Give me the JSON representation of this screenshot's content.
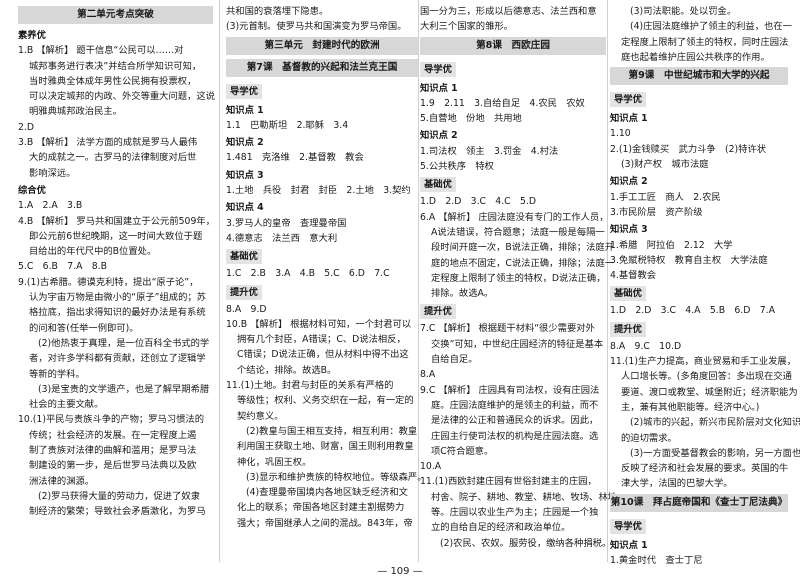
{
  "col1": {
    "header": "第二单元考点突破",
    "sec1": "素养优",
    "q1_lines": [
      "1.B 【解析】 题干信息“公民可以……对",
      "城邦事务进行表决”并结合所学知识可知，",
      "当时雅典全体成年男性公民拥有投票权，",
      "可以决定城邦的内政、外交等重大问题，这说",
      "明雅典城邦政治民主。"
    ],
    "q2": "2.D",
    "q3_lines": [
      "3.B 【解析】 法学方面的成就是罗马人最伟",
      "大的成就之一。古罗马的法律制度对后世",
      "影响深远。"
    ],
    "sec2": "综合优",
    "q14": "1.A　2.A　3.B",
    "q4_lines": [
      "4.B 【解析】 罗马共和国建立于公元前509年，",
      "即公元前6世纪晚期，这一时间大致位于题",
      "目给出的年代尺中的B位置处。"
    ],
    "q58": "5.C　6.B　7.A　8.B",
    "q9_lines": [
      "9.(1)古希腊。德谟克利特，提出“原子论”，",
      "认为宇宙万物是由微小的“原子”组成的；苏",
      "格拉底，指出求得知识的最好办法是有系统",
      "的问和答(任举一例即可)。",
      "(2)他热衷于真理，是一位百科全书式的学",
      "者，对许多学科都有贡献，还创立了逻辑学",
      "等新的学科。",
      "(3)是宝贵的文学遗产，也是了解早期希腊",
      "社会的主要文献。"
    ],
    "q10_lines": [
      "10.(1)平民与贵族斗争的产物；罗马习惯法的",
      "传统；社会经济的发展。在一定程度上遏",
      "制了贵族对法律的曲解和滥用；是罗马法",
      "制建设的第一步，是后世罗马法典以及欧",
      "洲法律的渊源。",
      "(2)罗马获得大量的劳动力，促进了奴隶",
      "制经济的繁荣；导致社会矛盾激化，为罗马"
    ]
  },
  "col2": {
    "cont_lines": [
      "共和国的衰落埋下隐患。",
      "(3)元首制。使罗马共和国演变为罗马帝国。"
    ],
    "unit_header": "第三单元　封建时代的欧洲",
    "lesson_header": "第7课　基督教的兴起和法兰克王国",
    "tag1": "导学优",
    "kp1": "知识点 1",
    "kp1_line": "1.1　巴勒斯坦　2.耶稣　3.4",
    "kp2": "知识点 2",
    "kp2_line": "1.481　克洛维　2.基督教　教会",
    "kp3": "知识点 3",
    "kp3_line": "1.土地　兵役　封君　封臣　2.土地　3.契约",
    "kp4": "知识点 4",
    "kp4_lines": [
      "3.罗马人的皇帝　查理曼帝国",
      "4.德意志　法兰西　意大利"
    ],
    "tag2": "基础优",
    "basic_line": "1.C　2.B　3.A　4.B　5.C　6.D　7.C",
    "tag3": "提升优",
    "up_line": "8.A　9.D",
    "q10_lines": [
      "10.B 【解析】 根据材料可知，一个封君可以",
      "拥有几个封臣，A错误；C、D说法相反，",
      "C错误；D说法正确，但从材料中得不出这",
      "个结论，排除。故选B。"
    ],
    "q11_lines": [
      "11.(1)土地。封君与封臣的关系有严格的",
      "等级性；权利、义务交织在一起，有一定的",
      "契约意义。",
      "(2)教皇与国王相互支持，相互利用：教皇",
      "利用国王获取土地、财富，国王则利用教皇",
      "神化，巩固王权。",
      "(3)显示和维护贵族的特权地位。等级森严。",
      "(4)查理曼帝国境内各地区缺乏经济和文",
      "化上的联系；帝国各地区封建主割据势力",
      "强大；帝国继承人之间的混战。843年，帝"
    ]
  },
  "col3": {
    "cont_lines": [
      "国一分为三，形成以后德意志、法兰西和意",
      "大利三个国家的雏形。"
    ],
    "lesson_header": "第8课　西欧庄园",
    "tag1": "导学优",
    "kp1": "知识点 1",
    "kp1_lines": [
      "1.9　2.11　3.自给自足　4.农民　农奴",
      "5.自营地　份地　共用地"
    ],
    "kp2": "知识点 2",
    "kp2_lines": [
      "1.司法权　领主　3.罚金　4.村法",
      "5.公共秩序　特权"
    ],
    "tag2": "基础优",
    "basic_line": "1.D　2.D　3.C　4.C　5.D",
    "q6_lines": [
      "6.A 【解析】 庄园法庭没有专门的工作人员，",
      "A说法错误，符合题意；法庭一般是每隔一",
      "段时间开庭一次，B说法正确，排除；法庭开",
      "庭的地点不固定，C说法正确，排除；法庭一",
      "定程度上限制了领主的特权，D说法正确，",
      "排除。故选A。"
    ],
    "tag3": "提升优",
    "q7_lines": [
      "7.C 【解析】 根据题干材料“很少需要对外",
      "交换”可知，中世纪庄园经济的特征是基本",
      "自给自足。",
      "8.A"
    ],
    "q9_lines": [
      "9.C 【解析】 庄园具有司法权，设有庄园法",
      "庭。庄园法庭维护的是领主的利益，而不",
      "是法律的公正和普通民众的诉求。因此，",
      "庄园主行使司法权的机构是庄园法庭。选",
      "项C符合题意。",
      "10.A"
    ],
    "q11_lines": [
      "11.(1)西欧封建庄园有世俗封建主的庄园，",
      "村舍、院子、耕地、教堂、耕地、牧场、林地",
      "等。庄园以农业生产为主；庄园是一个独",
      "立的自给自足的经济和政治单位。",
      "(2)农民、农奴。服劳役，缴纳各种捐税。"
    ]
  },
  "col4": {
    "cont_lines": [
      "(3)司法职能。处以罚金。",
      "(4)庄园法庭维护了领主的利益，也在一",
      "定程度上限制了领主的特权，同时庄园法",
      "庭也起着维护庄园公共秩序的作用。"
    ],
    "lesson9_header": "第9课　中世纪城市和大学的兴起",
    "tag1": "导学优",
    "kp1": "知识点 1",
    "kp1_lines": [
      "1.10",
      "2.(1)金钱赎买　武力斗争　(2)特许状",
      "(3)财产权　城市法庭"
    ],
    "kp2": "知识点 2",
    "kp2_lines": [
      "1.手工工匠　商人　2.农民",
      "3.市民阶层　资产阶级"
    ],
    "kp3": "知识点 3",
    "kp3_lines": [
      "1.希腊　阿拉伯　2.12　大学",
      "3.免赋税特权　教育自主权　大学法庭",
      "4.基督教会"
    ],
    "tag2": "基础优",
    "basic_line": "1.D　2.D　3.C　4.A　5.B　6.D　7.A",
    "tag3": "提升优",
    "up_line": "8.A　9.C　10.D",
    "q11_lines": [
      "11.(1)生产力提高，商业贸易和手工业发展，",
      "人口增长等。(多角度回答：多出现在交通",
      "要道、渡口或教堂、城堡附近；经济职能为",
      "主，兼有其他职能等。经济中心。)",
      "(2)城市的兴起，新兴市民阶层对文化知识",
      "的迫切需求。",
      "(3)一方面受基督教会的影响，另一方面也",
      "反映了经济和社会发展的要求。英国的牛",
      "津大学，法国的巴黎大学。"
    ],
    "lesson10_header": "第10课　拜占庭帝国和《查士丁尼法典》",
    "tag4": "导学优",
    "kp4": "知识点 1",
    "kp4_line": "1.黄金时代　查士丁尼"
  },
  "footer": "— 109 —"
}
